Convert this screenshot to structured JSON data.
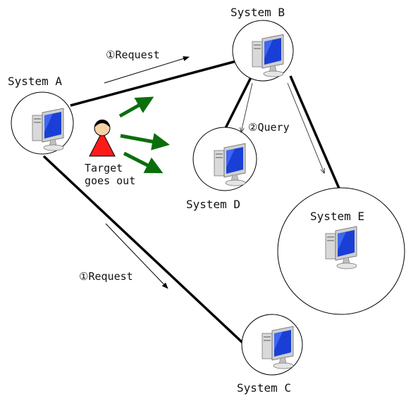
{
  "nodes": {
    "a": {
      "label": "System A"
    },
    "b": {
      "label": "System B"
    },
    "c": {
      "label": "System C"
    },
    "d": {
      "label": "System D"
    },
    "e": {
      "label": "System E"
    }
  },
  "edges": {
    "request_top": {
      "label": "①Request"
    },
    "request_bottom": {
      "label": "①Request"
    },
    "query": {
      "label": "②Query"
    }
  },
  "target": {
    "line1": "Target",
    "line2": "goes out"
  },
  "colors": {
    "link": "#000000",
    "flow_arrow": "#000000",
    "movement_arrow": "#0b6e0b",
    "person_body": "#ff1a1a",
    "person_head": "#f6d2a6",
    "monitor_screen": "#1a3fd6"
  },
  "icons": {
    "node_icon": "computer-monitor-icon",
    "target_icon": "person-icon"
  }
}
